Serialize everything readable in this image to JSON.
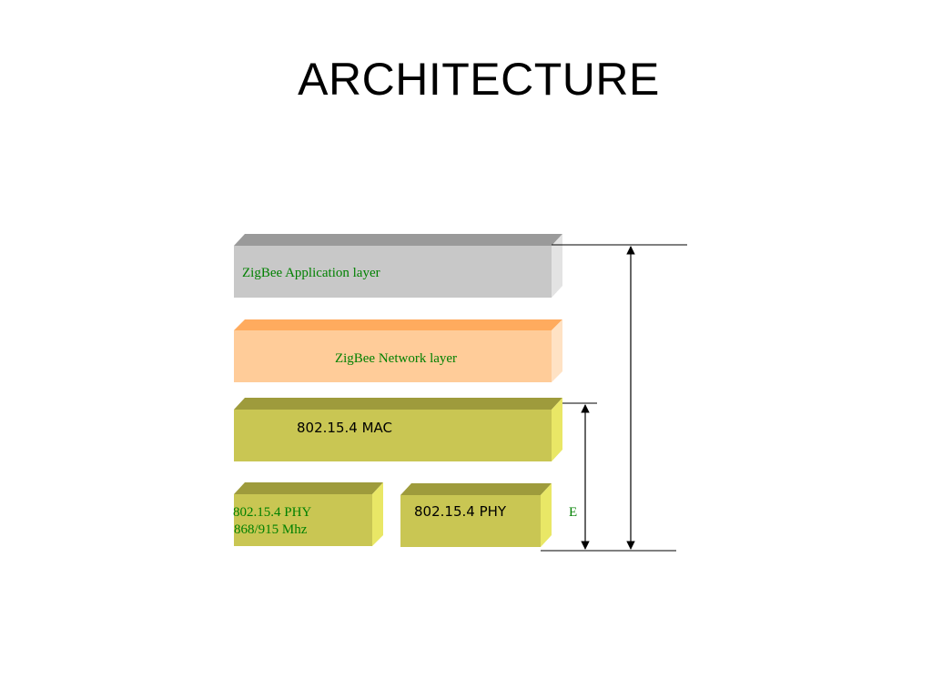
{
  "title": "ARCHITECTURE",
  "layers": {
    "application": {
      "label": "ZigBee Application  layer",
      "front": "#c8c8c8",
      "top": "#9a9a9a",
      "side": "#e3e3e3"
    },
    "network": {
      "label": "ZigBee Network layer",
      "front": "#ffcc99",
      "top": "#ffab5e",
      "side": "#ffe2c4"
    },
    "mac": {
      "label": "802.15.4 MAC",
      "front": "#c9c653",
      "top": "#9e9b3c",
      "side": "#e9e766"
    },
    "phy_left": {
      "line1": "802.15.4 PHY",
      "line2": "868/915 Mhz",
      "front": "#c9c653",
      "top": "#9e9b3c",
      "side": "#e9e766"
    },
    "phy_right": {
      "label": "802.15.4 PHY",
      "front": "#c9c653",
      "top": "#9e9b3c",
      "side": "#e9e766"
    }
  },
  "annotation": {
    "label": "E"
  },
  "colors": {
    "green_text": "#008000",
    "dark_text": "#000000",
    "arrow": "#000000"
  }
}
